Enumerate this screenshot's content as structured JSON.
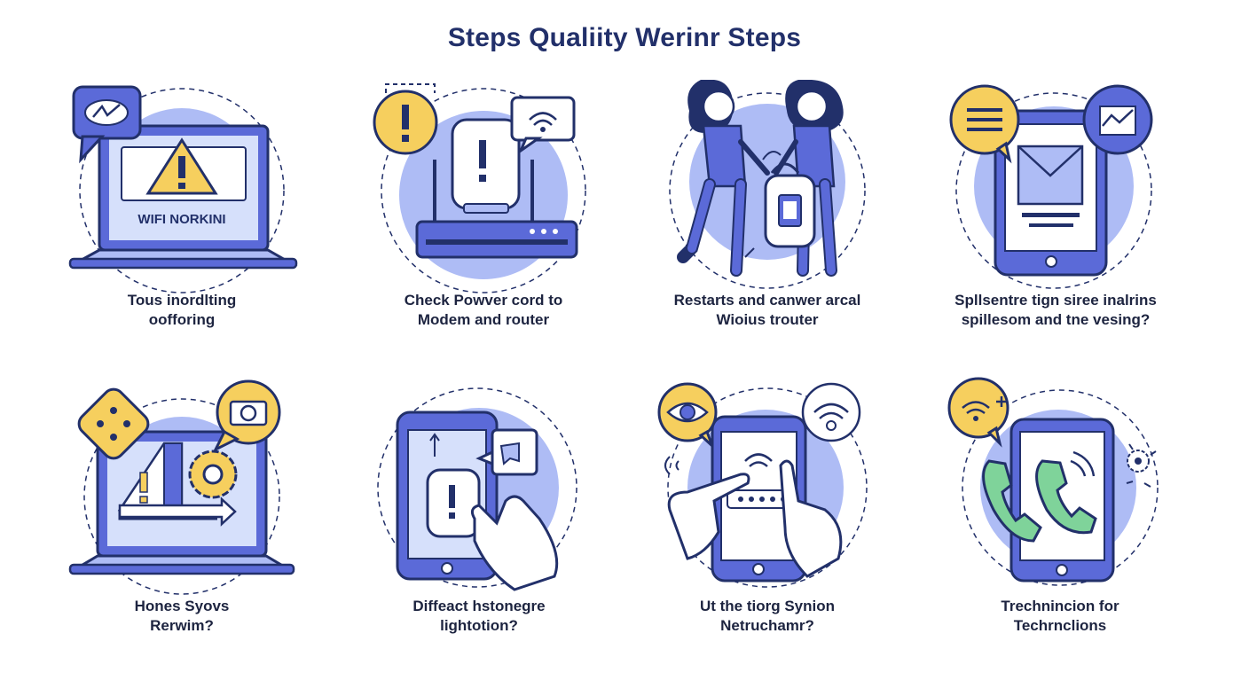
{
  "title": "Steps Qualiity Werinr Steps",
  "colors": {
    "navy": "#22306a",
    "blue": "#5b6ad8",
    "light_blue": "#aebcf5",
    "pale": "#d6e0fb",
    "yellow": "#f6cf5e",
    "green": "#7fd39a"
  },
  "steps": [
    {
      "line1": "Tous inordlting",
      "line2": "oofforing",
      "screen_text": "WIFI NORKINI"
    },
    {
      "line1": "Check Powver cord to",
      "line2": "Modem and router"
    },
    {
      "line1": "Restarts and canwer arcal",
      "line2": "Wioius trouter"
    },
    {
      "line1": "Spllsentre tign siree inalrins",
      "line2": "spillesom and tne vesing?"
    },
    {
      "line1": "Hones Syovs",
      "line2": "Rerwim?"
    },
    {
      "line1": "Diffeact hstonegre",
      "line2": "lightotion?"
    },
    {
      "line1": "Ut the tiorg Synion",
      "line2": "Netruchamr?"
    },
    {
      "line1": "Trechnincion for",
      "line2": "Techrnclions"
    }
  ]
}
